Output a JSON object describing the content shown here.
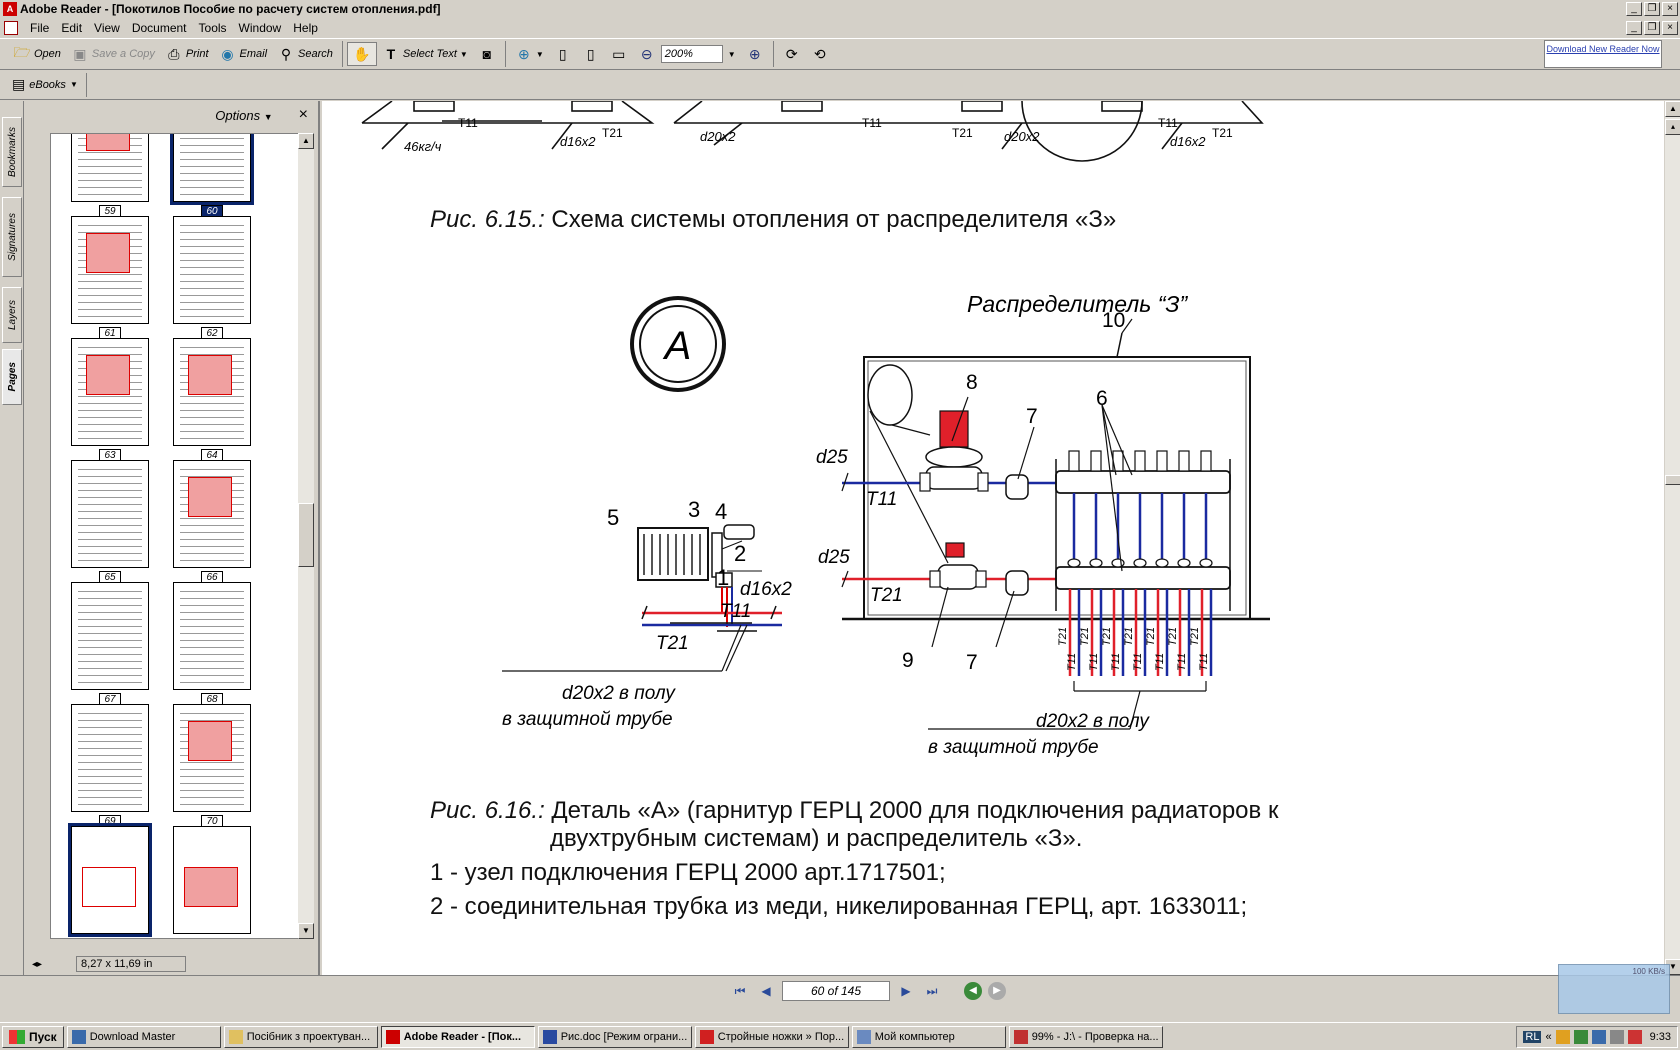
{
  "window": {
    "title": "Adobe Reader - [Покотилов Пособие по расчету систем отопления.pdf]"
  },
  "menu": [
    "File",
    "Edit",
    "View",
    "Document",
    "Tools",
    "Window",
    "Help"
  ],
  "toolbar": {
    "open": "Open",
    "save_copy": "Save a Copy",
    "print": "Print",
    "email": "Email",
    "search": "Search",
    "select_text": "Select Text",
    "zoom": "200%",
    "download_reader": "Download New Reader Now"
  },
  "toolbar2": {
    "ebooks": "eBooks"
  },
  "nav_tabs": [
    "Bookmarks",
    "Signatures",
    "Layers",
    "Pages"
  ],
  "panel": {
    "options": "Options",
    "close": "×",
    "page_size": "8,27 x 11,69 in",
    "thumbnails": [
      "59",
      "60",
      "61",
      "62",
      "63",
      "64",
      "65",
      "66",
      "67",
      "68",
      "69",
      "70"
    ],
    "selected_page": "60"
  },
  "document": {
    "top_labels": [
      "46кг/ч",
      "d16x2",
      "d20x2",
      "d20x2",
      "d16x2",
      "T11",
      "T21",
      "T11",
      "T21",
      "T11",
      "T21"
    ],
    "caption_615_num": "Рис. 6.15.:",
    "caption_615_text": "Схема системы отопления от распределителя «З»",
    "distributor_title": "Распределитель “З”",
    "detail_letter": "A",
    "labels_left": {
      "n1": "1",
      "n2": "2",
      "n3": "3",
      "n4": "4",
      "n5": "5",
      "d16": "d16x2",
      "t11": "T11",
      "t21": "T21",
      "floor": "d20x2 в полу",
      "tube": "в защитной трубе"
    },
    "labels_right": {
      "n6": "6",
      "n7a": "7",
      "n7b": "7",
      "n8": "8",
      "n9": "9",
      "n10": "10",
      "d25a": "d25",
      "d25b": "d25",
      "t11": "T11",
      "t21": "T21",
      "floor": "d20x2 в полу",
      "tube": "в защитной трубе",
      "pipe_t21": "T21",
      "pipe_t11": "T11"
    },
    "caption_616_num": "Рис. 6.16.:",
    "caption_616_line1": "Деталь «А» (гарнитур ГЕРЦ 2000 для подключения радиаторов к",
    "caption_616_line2": "двухтрубным системам) и распределитель «З».",
    "item1": "1 - узел подключения ГЕРЦ 2000 арт.1717501;",
    "item2": "2 - соединительная трубка из меди, никелированная ГЕРЦ, арт. 1633011;"
  },
  "status": {
    "page_field": "60 of 145",
    "net_speed": "100 KB/s"
  },
  "taskbar": {
    "start": "Пуск",
    "tasks": [
      "Download Master",
      "Посібник з проектуван...",
      "Adobe Reader - [Пок...",
      "Рис.doc [Режим ограни...",
      "Стройные ножки » Пор...",
      "Мой компьютер",
      "99% - J:\\ - Проверка на..."
    ],
    "active_task": "Adobe Reader - [Пок...",
    "lang": "RL",
    "clock": "9:33"
  },
  "colors": {
    "hot": "#e0202a",
    "cold": "#1a2aa0",
    "title_bar": "#d4d0c8",
    "selected": "#0a246a"
  }
}
